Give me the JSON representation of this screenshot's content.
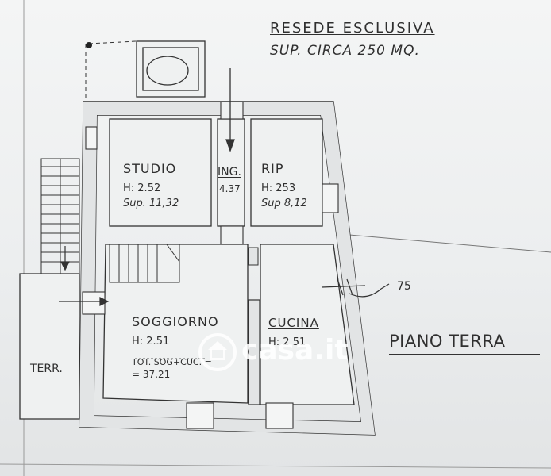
{
  "header": {
    "title": "RESEDE ESCLUSIVA",
    "subtitle": "SUP. CIRCA 250 MQ."
  },
  "floor_label": "PIANO TERRA",
  "rooms": {
    "studio": {
      "name": "STUDIO",
      "height": "H: 2.52",
      "area": "Sup. 11,32"
    },
    "ingresso": {
      "name": "ING.",
      "height": "4.37"
    },
    "ripostiglio": {
      "name": "RIP",
      "height": "H: 253",
      "area": "Sup 8,12"
    },
    "soggiorno": {
      "name": "SOGGIORNO",
      "height": "H: 2.51",
      "area_label": "TOT. SOG+CUC. =",
      "area": "= 37,21"
    },
    "cucina": {
      "name": "CUCINA",
      "height": "H: 2.51"
    },
    "terrazza": {
      "name": "TERR."
    }
  },
  "dimension_note": "75",
  "watermark": {
    "text": "casa.it"
  },
  "colors": {
    "ink": "#2f2f2f",
    "paper": "#eceeef",
    "watermark": "#ffffff"
  }
}
